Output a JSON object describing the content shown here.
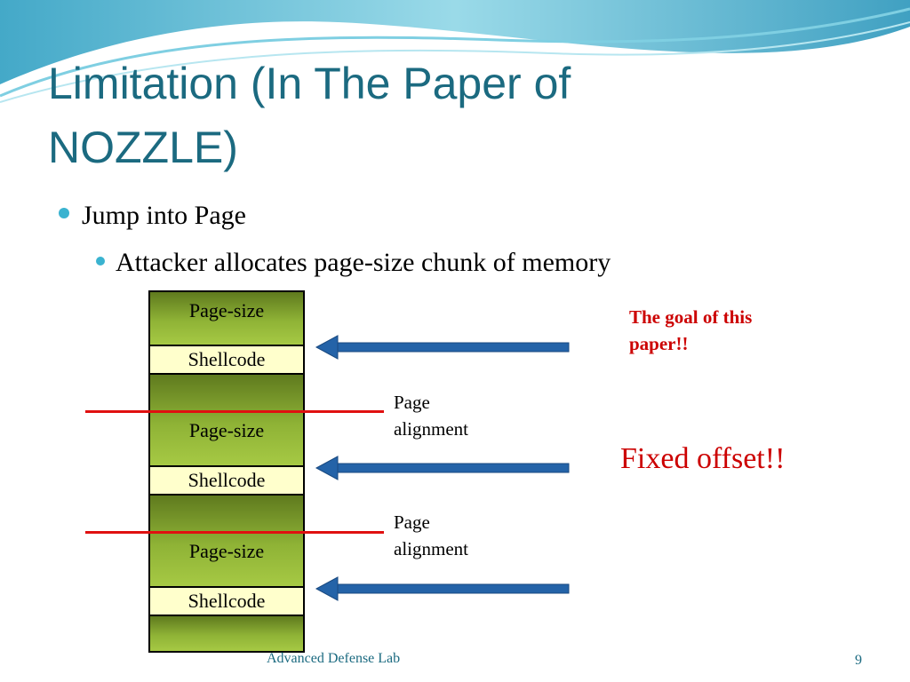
{
  "title": "Limitation (In The Paper of NOZZLE)",
  "bullets": {
    "level1": "Jump into Page",
    "level2": "Attacker allocates page-size chunk of memory"
  },
  "diagram": {
    "page_size_label": "Page-size",
    "shellcode_label": "Shellcode",
    "page_alignment_label_1": "Page alignment",
    "page_alignment_label_2": "Page alignment",
    "goal_note": "The goal of this paper!!",
    "fixed_offset_note": "Fixed offset!!"
  },
  "footer": {
    "text": "Advanced Defense Lab",
    "page_number": "9"
  },
  "colors": {
    "title": "#1b6a80",
    "bullet": "#3ab3d0",
    "block_dark": "#5f7a1e",
    "block_light": "#a6c944",
    "shellcode_fill": "#ffffcc",
    "red": "#e01010",
    "arrow": "#2463a8"
  }
}
